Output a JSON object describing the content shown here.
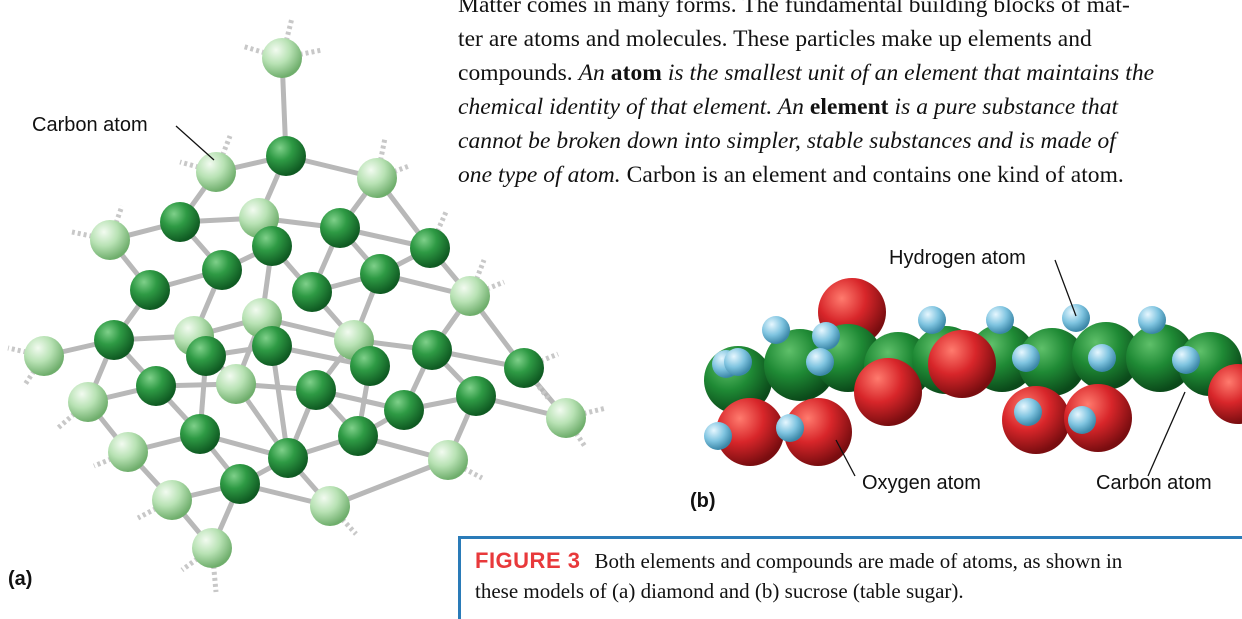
{
  "labels": {
    "carbon_atom_a": "Carbon atom",
    "panel_a": "(a)",
    "hydrogen_atom": "Hydrogen atom",
    "oxygen_atom": "Oxygen atom",
    "carbon_atom_b": "Carbon atom",
    "panel_b": "(b)"
  },
  "body_text": {
    "line1": "Matter comes in many forms. The fundamental building blocks of mat-",
    "line2": "ter are atoms and molecules. These particles make up elements and",
    "line3_pre": "compounds. ",
    "line3_italic": "An ",
    "line3_bold": "atom",
    "line3_italic2": " is the smallest unit of an element that maintains the",
    "line4_italic": "chemical identity of that element. An ",
    "line4_bold": "element",
    "line4_italic2": " is a pure substance that",
    "line5_italic": "cannot be broken down into simpler, stable substances and is made of",
    "line6_italic": "one type of atom.",
    "line6_rest": " Carbon is an element and contains one kind of atom."
  },
  "caption": {
    "figure_number": "FIGURE 3",
    "line1": "Both elements and compounds are made of atoms, as shown in",
    "line2": "these models of (a) diamond and (b) sucrose (table sugar)."
  },
  "colors": {
    "carbon_dark": "#2e8b3e",
    "carbon_light": "#a9d9a8",
    "oxygen": "#d8262a",
    "hydrogen": "#7fc4e0",
    "bond": "#b5b5b5",
    "figure_accent": "#e8393b",
    "caption_border": "#2a7bb8"
  }
}
